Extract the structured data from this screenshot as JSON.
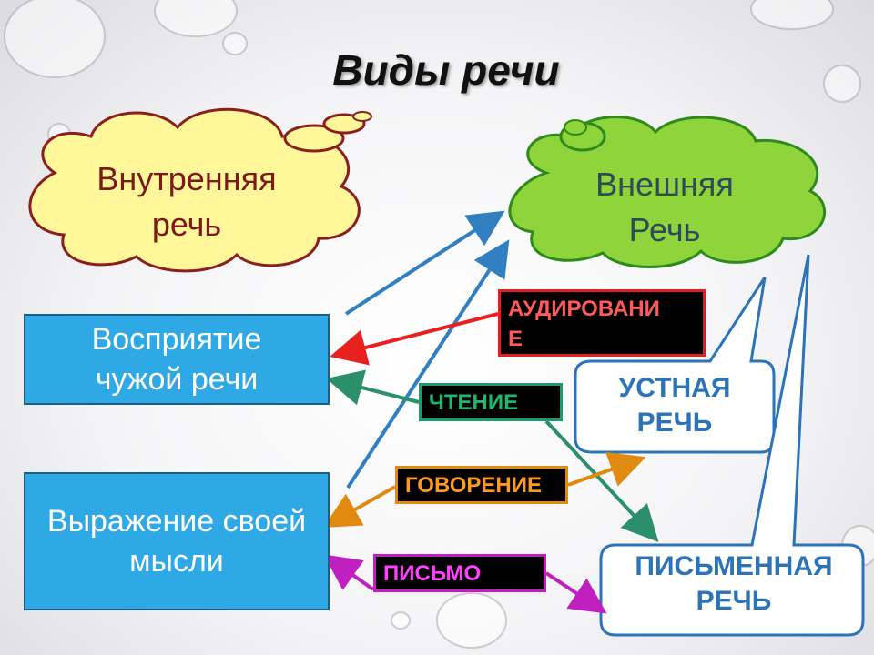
{
  "title": "Виды речи",
  "clouds": {
    "inner": {
      "line1": "Внутренняя",
      "line2": "речь"
    },
    "outer": {
      "line1": "Внешняя",
      "line2": "Речь"
    }
  },
  "boxes": {
    "perception": {
      "line1": "Восприятие",
      "line2": "чужой речи"
    },
    "expression": {
      "line1": "Выражение своей",
      "line2": "мысли"
    }
  },
  "tags": {
    "listening": {
      "line1": "АУДИРОВАНИ",
      "line2": "Е"
    },
    "reading": "ЧТЕНИЕ",
    "speaking": "ГОВОРЕНИЕ",
    "writing": "ПИСЬМО"
  },
  "callouts": {
    "oral": {
      "line1": "УСТНАЯ",
      "line2": "РЕЧЬ"
    },
    "written": {
      "line1": "ПИСЬМЕННАЯ",
      "line2": "РЕЧЬ"
    }
  },
  "colors": {
    "inner_cloud": "#fff799",
    "outer_cloud": "#8ed43a",
    "blue_box": "#2fa8e6",
    "listening_arrow": "#e82020",
    "reading_arrow": "#2a8f6a",
    "speaking_arrow": "#e08a10",
    "writing_arrow": "#c020c0",
    "blue_arrow": "#2f7fc1"
  }
}
